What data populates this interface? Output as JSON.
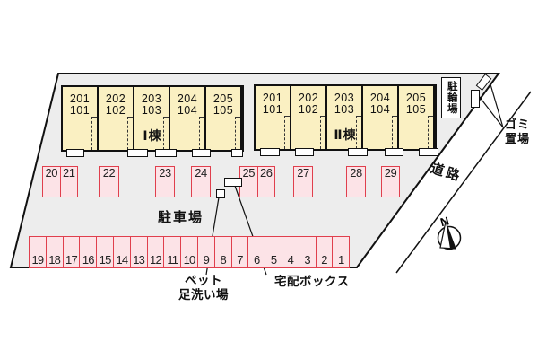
{
  "title": "site-plan",
  "buildings": [
    {
      "label": "Ⅰ棟",
      "units": [
        {
          "upper": "201",
          "lower": "101"
        },
        {
          "upper": "202",
          "lower": "102"
        },
        {
          "upper": "203",
          "lower": "103"
        },
        {
          "upper": "204",
          "lower": "104"
        },
        {
          "upper": "205",
          "lower": "105"
        }
      ]
    },
    {
      "label": "Ⅱ棟",
      "units": [
        {
          "upper": "201",
          "lower": "101"
        },
        {
          "upper": "202",
          "lower": "102"
        },
        {
          "upper": "203",
          "lower": "103"
        },
        {
          "upper": "204",
          "lower": "104"
        },
        {
          "upper": "205",
          "lower": "105"
        }
      ]
    }
  ],
  "parking": {
    "area_label": "駐車場",
    "upper_row": [
      "20",
      "21",
      "22",
      "23",
      "24",
      "25",
      "26",
      "27",
      "28",
      "29"
    ],
    "lower_row": [
      "19",
      "18",
      "17",
      "16",
      "15",
      "14",
      "13",
      "12",
      "11",
      "10",
      "9",
      "8",
      "7",
      "6",
      "5",
      "4",
      "3",
      "2",
      "1"
    ]
  },
  "annotations": {
    "bicycle_parking": "駐輪場",
    "garbage_area": "ゴミ\n置場",
    "road": "道路",
    "pet_wash": "ペット\n足洗い場",
    "delivery_box": "宅配ボックス",
    "compass_north": "N"
  },
  "colors": {
    "background": "#ffffff",
    "site_fill": "#ededed",
    "building_fill": "#faf0c2",
    "building_border": "#111111",
    "parking_fill": "#fce3e7",
    "parking_border": "#e03f4d",
    "line": "#111111"
  }
}
